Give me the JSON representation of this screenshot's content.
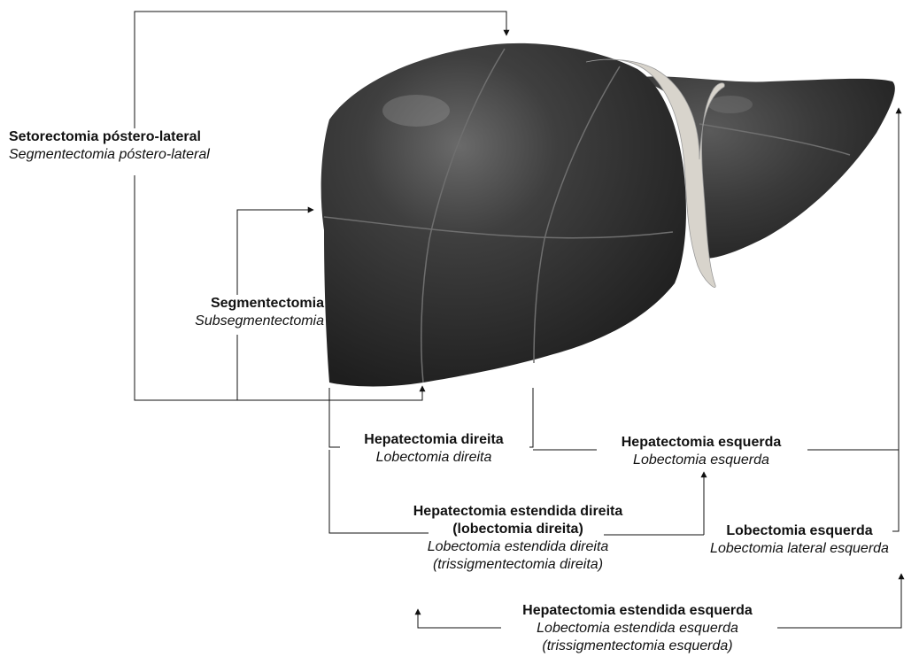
{
  "labels": {
    "setorectomia": {
      "bold": "Setorectomia póstero-lateral",
      "italic": "Segmentectomia póstero-lateral"
    },
    "segmentectomia": {
      "bold": "Segmentectomia",
      "italic": "Subsegmentectomia"
    },
    "hep_direita": {
      "bold": "Hepatectomia direita",
      "italic": "Lobectomia direita"
    },
    "hep_esquerda": {
      "bold": "Hepatectomia esquerda",
      "italic": "Lobectomia esquerda"
    },
    "hep_estendida_direita": {
      "bold1": "Hepatectomia estendida direita",
      "bold2": "(lobectomia direita)",
      "italic1": "Lobectomia estendida direita",
      "italic2": "(trissigmentectomia direita)"
    },
    "lobectomia_esquerda": {
      "bold": "Lobectomia esquerda",
      "italic": "Lobectomia lateral esquerda"
    },
    "hep_estendida_esquerda": {
      "bold": "Hepatectomia estendida esquerda",
      "italic1": "Lobectomia estendida esquerda",
      "italic2": "(trissigmentectomia esquerda)"
    }
  },
  "colors": {
    "liver_dark": "#2a2a2a",
    "liver_mid": "#4a4a4a",
    "ligament": "#d8d4cc",
    "lines": "#111111"
  }
}
